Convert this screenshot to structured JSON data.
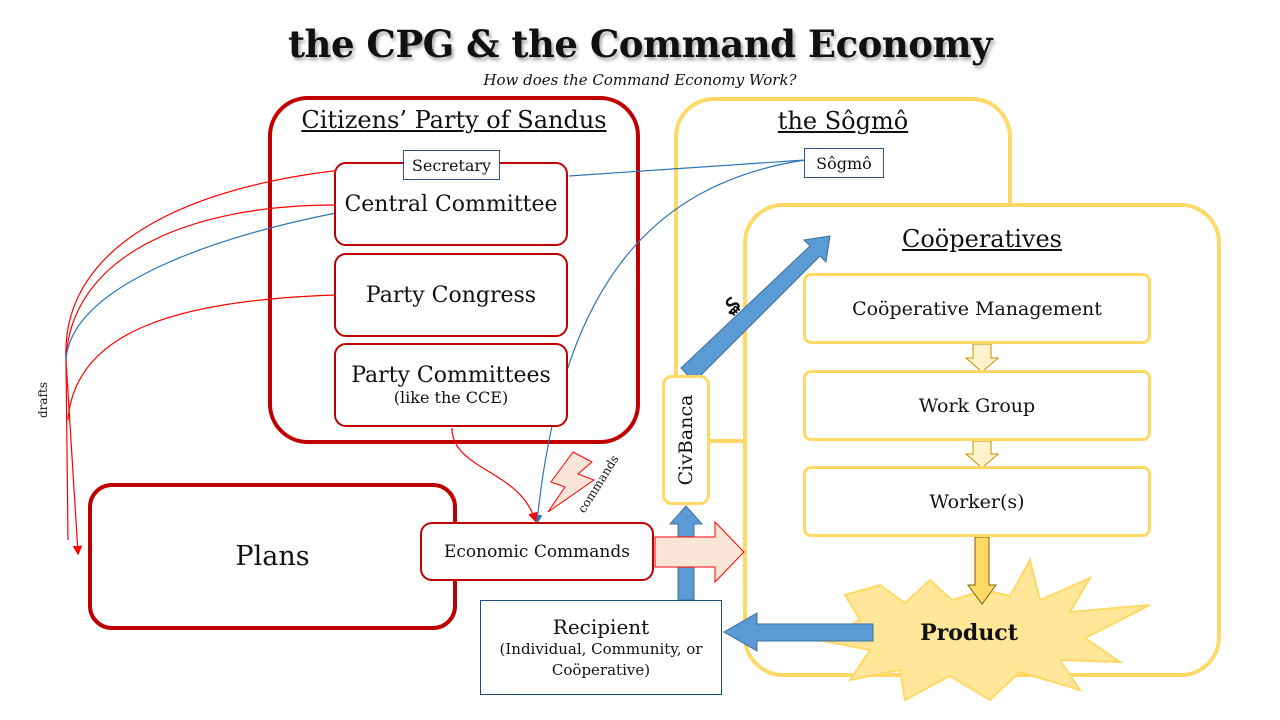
{
  "header": {
    "title": "the CPG & the Command Economy",
    "subtitle": "How does the Command Economy Work?"
  },
  "party": {
    "title": "Citizens’ Party of Sandus",
    "secretary": "Secretary",
    "central_committee": "Central Committee",
    "party_congress": "Party Congress",
    "party_committees": "Party Committees",
    "party_committees_note": "(like the CCE)"
  },
  "sogmo": {
    "title": "the Sôgmô",
    "label": "Sôgmô"
  },
  "cooperatives": {
    "title": "Coöperatives",
    "management": "Coöperative Management",
    "work_group": "Work Group",
    "workers": "Worker(s)",
    "product": "Product"
  },
  "flow": {
    "plans": "Plans",
    "economic_commands": "Economic Commands",
    "civbanca": "CivBanca",
    "recipient_title": "Recipient",
    "recipient_detail": "(Individual, Community, or Coöperative)",
    "drafts_label": "drafts",
    "commands_label": "commands",
    "payment_symbol": "₷"
  },
  "colors": {
    "party_red": "#c00000",
    "cooperative_yellow": "#ffd966",
    "arrow_blue": "#5b9bd5",
    "line_blue": "#2e75b6",
    "command_fill": "#f8cbad",
    "product_fill": "#ffe699"
  }
}
